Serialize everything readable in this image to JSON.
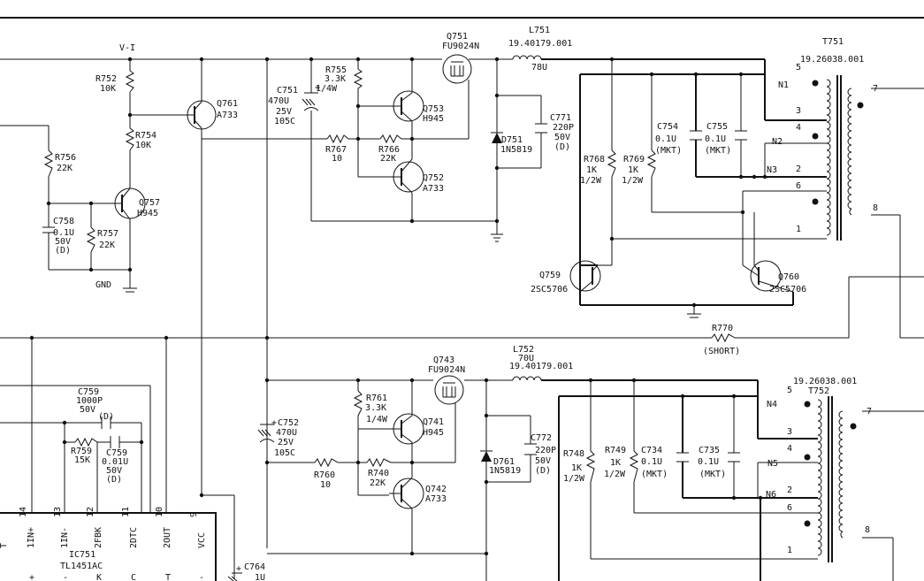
{
  "net_labels": {
    "vi": "V-I",
    "gnd": "GND",
    "n1": "N1",
    "n2": "N2",
    "n3": "N3",
    "n4": "N4",
    "n5": "N5",
    "n6": "N6"
  },
  "q751": {
    "ref": "Q751",
    "part": "FU9024N"
  },
  "l751": {
    "ref": "L751",
    "part": "19.40179.001",
    "value": "78U"
  },
  "t751": {
    "ref": "T751",
    "part": "19.26038.001",
    "pins": [
      "5",
      "3",
      "4",
      "2",
      "6",
      "1",
      "7",
      "8"
    ]
  },
  "r752": {
    "ref": "R752",
    "value": "10K"
  },
  "r754": {
    "ref": "R754",
    "value": "10K"
  },
  "q761": {
    "ref": "Q761",
    "part": "A733"
  },
  "r755": {
    "ref": "R755",
    "value": "3.3K",
    "rating": "1/4W"
  },
  "c751": {
    "ref": "C751",
    "value": "470U",
    "volt": "25V",
    "temp": "105C"
  },
  "q753": {
    "ref": "Q753",
    "part": "H945"
  },
  "r767": {
    "ref": "R767",
    "value": "10"
  },
  "r766": {
    "ref": "R766",
    "value": "22K"
  },
  "q752": {
    "ref": "Q752",
    "part": "A733"
  },
  "d751": {
    "ref": "D751",
    "part": "1N5819"
  },
  "c771": {
    "ref": "C771",
    "value": "220P",
    "volt": "50V",
    "type": "(D)"
  },
  "r768": {
    "ref": "R768",
    "value": "1K",
    "rating": "1/2W"
  },
  "r769": {
    "ref": "R769",
    "value": "1K",
    "rating": "1/2W"
  },
  "c754": {
    "ref": "C754",
    "value": "0.1U",
    "type": "(MKT)"
  },
  "c755": {
    "ref": "C755",
    "value": "0.1U",
    "type": "(MKT)"
  },
  "r756": {
    "ref": "R756",
    "value": "22K"
  },
  "q757": {
    "ref": "Q757",
    "part": "H945"
  },
  "c758": {
    "ref": "C758",
    "value": "0.1U",
    "volt": "50V",
    "type": "(D)"
  },
  "r757": {
    "ref": "R757",
    "value": "22K"
  },
  "q759": {
    "ref": "Q759",
    "part": "2SC5706"
  },
  "q760": {
    "ref": "Q760",
    "part": "2SC5706"
  },
  "r770": {
    "ref": "R770",
    "note": "(SHORT)"
  },
  "q743": {
    "ref": "Q743",
    "part": "FU9024N"
  },
  "l752": {
    "ref": "L752",
    "value": "70U",
    "part": "19.40179.001"
  },
  "t752": {
    "ref": "T752",
    "part": "19.26038.001",
    "pins": [
      "5",
      "3",
      "4",
      "2",
      "6",
      "1",
      "7",
      "8"
    ]
  },
  "c759b": {
    "ref": "C759",
    "value": "1000P",
    "volt": "50V",
    "type": "(D)"
  },
  "r759": {
    "ref": "R759",
    "value": "15K"
  },
  "c759c": {
    "ref": "C759",
    "value": "0.01U",
    "volt": "50V",
    "type": "(D)"
  },
  "r761": {
    "ref": "R761",
    "value": "3.3K",
    "rating": "1/4W"
  },
  "q741": {
    "ref": "Q741",
    "part": "H945"
  },
  "c752": {
    "ref": "C752",
    "value": "470U",
    "volt": "25V",
    "temp": "105C"
  },
  "r760": {
    "ref": "R760",
    "value": "10"
  },
  "r740": {
    "ref": "R740",
    "value": "22K"
  },
  "q742": {
    "ref": "Q742",
    "part": "A733"
  },
  "d761": {
    "ref": "D761",
    "part": "1N5819"
  },
  "c772": {
    "ref": "C772",
    "value": "220P",
    "volt": "50V",
    "type": "(D)"
  },
  "r748": {
    "ref": "R748",
    "value": "1K",
    "rating": "1/2W"
  },
  "r749": {
    "ref": "R749",
    "value": "1K",
    "rating": "1/2W"
  },
  "c734": {
    "ref": "C734",
    "value": "0.1U",
    "type": "(MKT)"
  },
  "c735": {
    "ref": "C735",
    "value": "0.1U",
    "type": "(MKT)"
  },
  "ic751": {
    "ref": "IC751",
    "part": "TL1451AC",
    "pin_numbers": [
      "14",
      "13",
      "12",
      "11",
      "10",
      "9"
    ],
    "pin_names": [
      "1IN+",
      "1IN-",
      "2FBK",
      "2DTC",
      "2OUT",
      "VCC"
    ],
    "bottom_glyphs": [
      "+",
      "-",
      "K",
      "C",
      "T",
      "-"
    ],
    "left_partial": "T"
  },
  "c764": {
    "ref": "C764",
    "value": "1U"
  }
}
